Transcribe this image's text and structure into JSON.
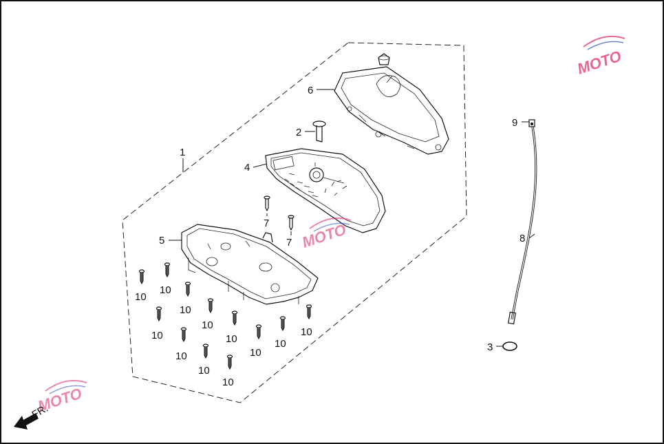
{
  "callouts": {
    "c1": "1",
    "c2": "2",
    "c3": "3",
    "c4": "4",
    "c5": "5",
    "c6": "6",
    "c7a": "7",
    "c7b": "7",
    "c8": "8",
    "c9": "9",
    "c10a": "10",
    "c10b": "10",
    "c10c": "10",
    "c10d": "10",
    "c10e": "10",
    "c10f": "10",
    "c10g": "10",
    "c10h": "10",
    "c10i": "10",
    "c10j": "10",
    "c10k": "10",
    "c10l": "10"
  },
  "direction_label": "FR.",
  "watermark": {
    "brand": "MOTO",
    "colors": {
      "primary": "#e0245e",
      "secondary": "#2a4fc7"
    }
  }
}
